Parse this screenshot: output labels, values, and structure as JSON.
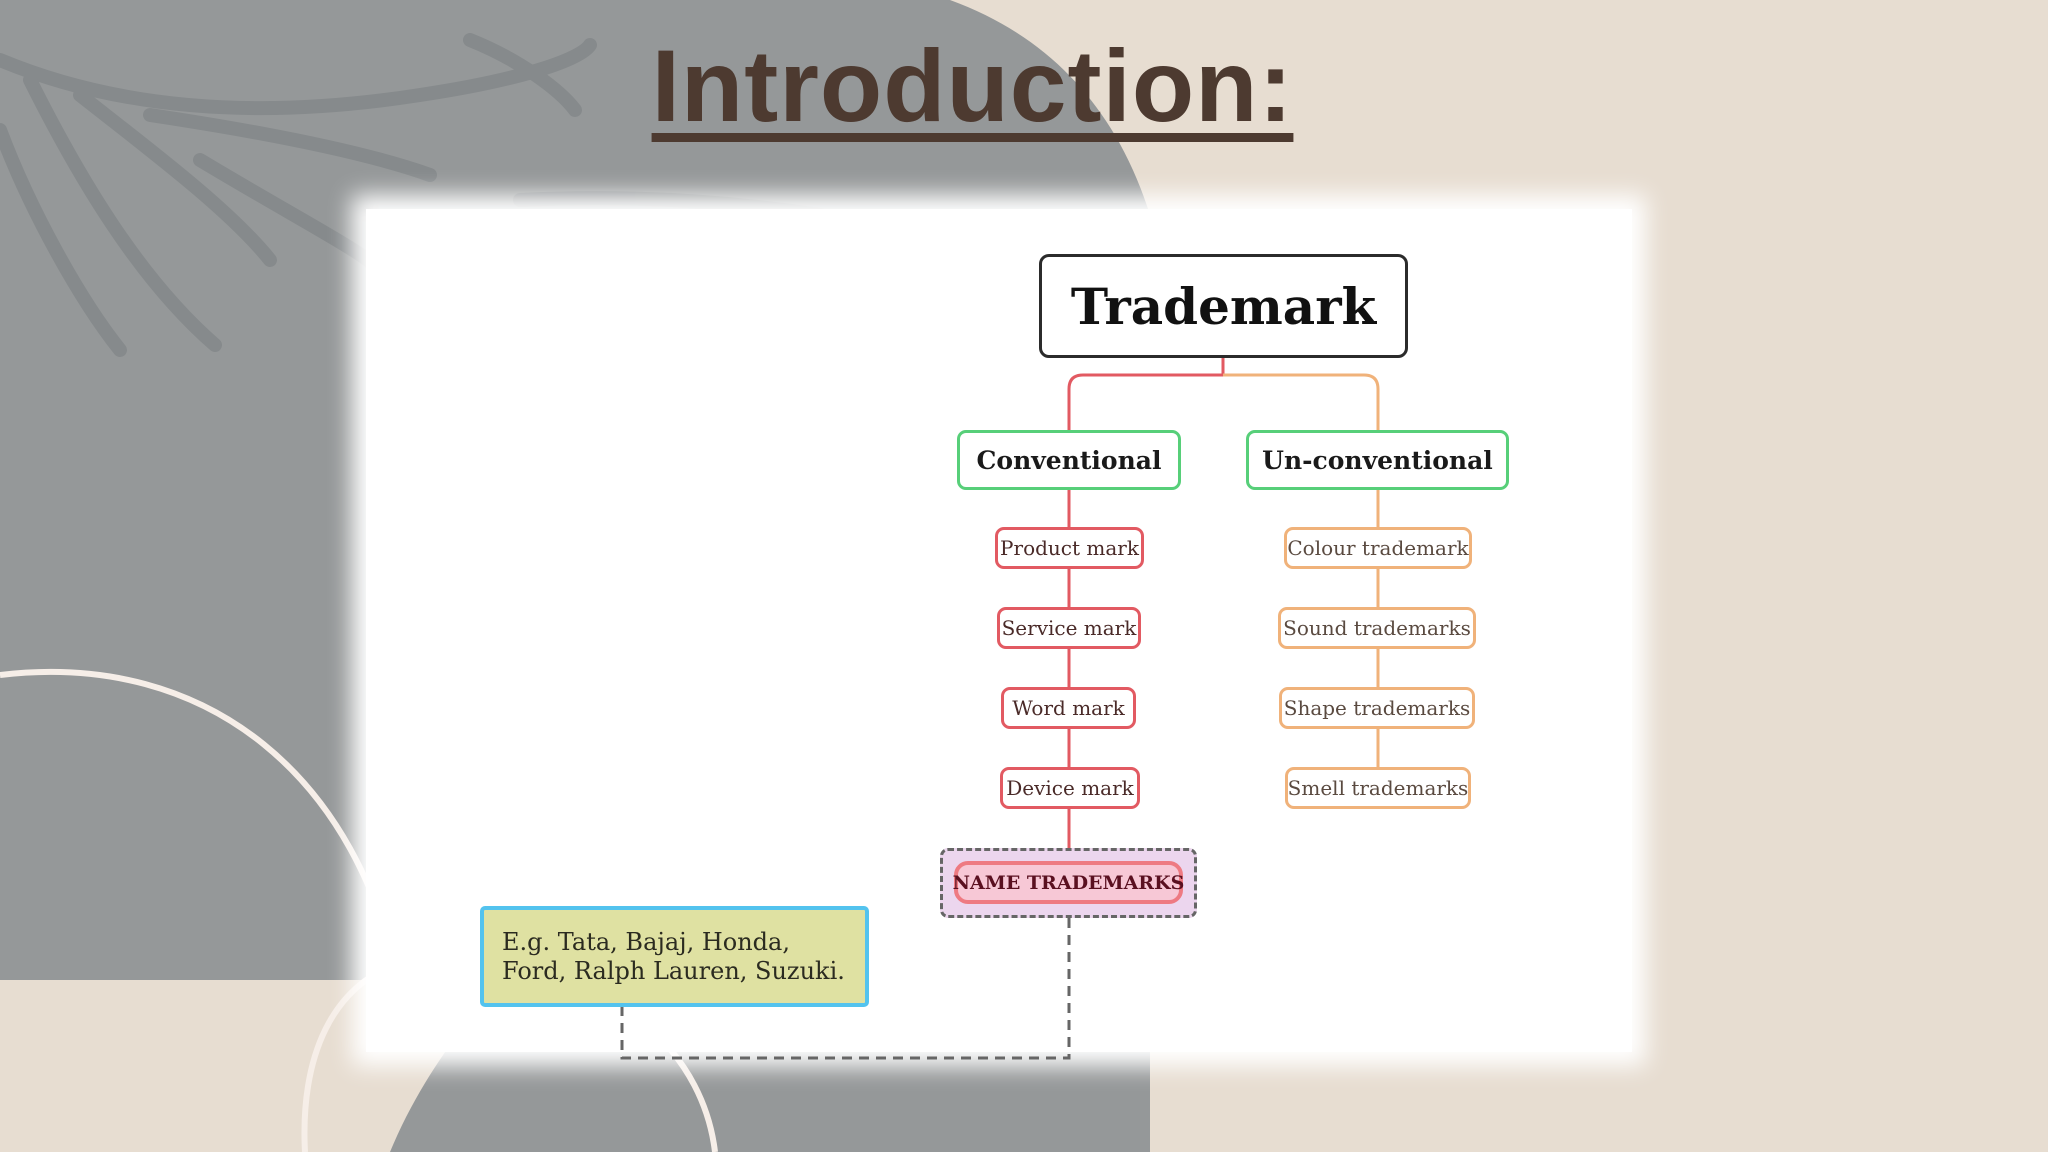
{
  "slide": {
    "title": "Introduction:"
  },
  "diagram": {
    "root": "Trademark",
    "categories": [
      {
        "label": "Conventional",
        "items": [
          "Product mark",
          "Service mark",
          "Word mark",
          "Device mark"
        ]
      },
      {
        "label": "Un-conventional",
        "items": [
          "Colour trademark",
          "Sound trademarks",
          "Shape trademarks",
          "Smell trademarks"
        ]
      }
    ],
    "highlight": "NAME TRADEMARKS",
    "example": "E.g. Tata, Bajaj, Honda, Ford, Ralph Lauren, Suzuki."
  },
  "colors": {
    "background": "#e7ddd1",
    "gray_shape": "#959899",
    "title": "#4d3a30",
    "category_border": "#57cf79",
    "conventional_border": "#e25a62",
    "unconventional_border": "#f0b27a",
    "highlight_fill": "#f7c8d6",
    "example_fill": "#dfe1a2",
    "example_border": "#53c3ee"
  }
}
